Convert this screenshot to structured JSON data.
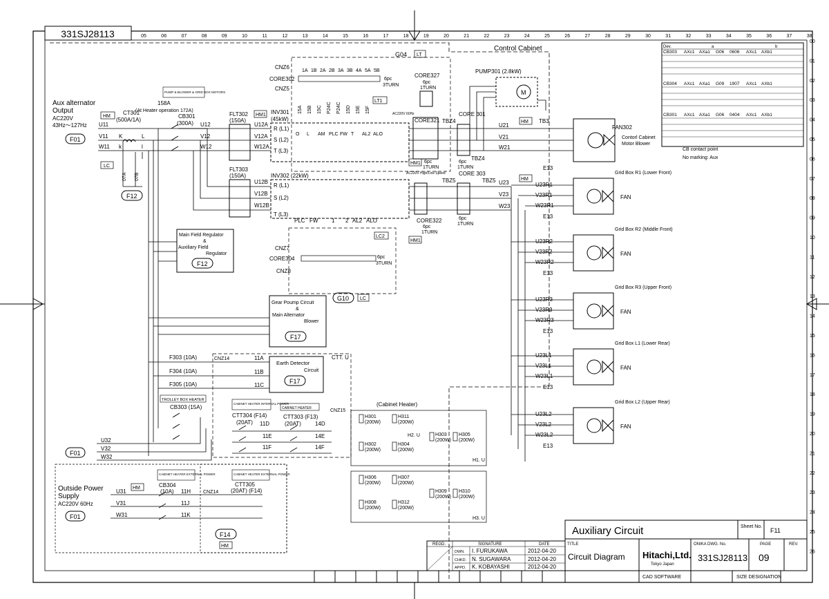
{
  "drawing_no": "331SJ28113",
  "col_numbers": [
    "05",
    "06",
    "07",
    "08",
    "09",
    "10",
    "11",
    "12",
    "13",
    "14",
    "15",
    "16",
    "17",
    "18",
    "19",
    "20",
    "21",
    "22",
    "23",
    "24",
    "25",
    "26",
    "27",
    "28",
    "29",
    "30",
    "31",
    "32",
    "33",
    "34",
    "35",
    "36",
    "37",
    "38"
  ],
  "row_numbers": [
    "00",
    "01",
    "02",
    "03",
    "04",
    "05",
    "06",
    "07",
    "08",
    "09",
    "10",
    "11",
    "12",
    "13",
    "14",
    "15",
    "16",
    "17",
    "18",
    "19",
    "20",
    "21",
    "22",
    "23",
    "24",
    "25",
    "26"
  ],
  "control_cabinet": "Control Cabinet",
  "g04": "G04",
  "lt": "LT",
  "lt1": "LT1",
  "lc": "LC",
  "lc2": "LC2",
  "g10": "G10",
  "hm1": "HM1",
  "hm": "HM",
  "aux_alt": {
    "l1": "Aux alternator",
    "l2": "Output",
    "l3": "AC220V",
    "l4": "43Hz～127Hz"
  },
  "ct301": {
    "name": "CT301",
    "rating": "(500A/1A)"
  },
  "f01": "F01",
  "f12": "F12",
  "f17": "F17",
  "f14": "F14",
  "u11": "U11",
  "v11": "V11",
  "w11": "W11",
  "k": "K",
  "k2": "k",
  "l": "L",
  "l2": "l",
  "o7a": "07A",
  "o7b": "07B",
  "pump_blower": "PUMP & BLOWER & GRID BOX MOTORS",
  "cb301": {
    "l1": "158A",
    "l2": "(At Heater operation 172A)",
    "name": "CB301",
    "rating": "(300A)"
  },
  "u12": "U12",
  "v12": "V12",
  "w12": "W12",
  "flt302": {
    "name": "FLT302",
    "rating": "(150A)"
  },
  "flt303": {
    "name": "FLT303",
    "rating": "(150A)"
  },
  "inv301": {
    "name": "INV301",
    "rating": "(45kW)"
  },
  "inv302": "INV302 (22kW)",
  "u12a": "U12A",
  "v12a": "V12A",
  "w12a": "W12A",
  "u12b": "U12B",
  "v12b": "V12B",
  "w12b": "W12B",
  "r_l1": "R (L1)",
  "s_l2": "S (L2)",
  "t_l3": "T (L3)",
  "cnz6": "CNZ6",
  "core302": "CORE302",
  "cnz5": "CNZ5",
  "cnz_top_labels": [
    "1A",
    "1B",
    "2A",
    "2B",
    "3A",
    "3B",
    "4A",
    "5A",
    "5B"
  ],
  "six_pc": "6pc",
  "three_turn": "3TURN",
  "one_turn": "1TURN",
  "core327": "CORE327",
  "core321": "CORE321",
  "core322": "CORE322",
  "core301": "CORE 301",
  "core303": "CORE 303",
  "core304": "CORE304",
  "term_labels_top": [
    "15A",
    "15B",
    "15C",
    "P24C",
    "P24C",
    "15D",
    "15E",
    "15F"
  ],
  "term_labels_bot": [
    "O",
    "L",
    "AM",
    "PLC",
    "FW",
    "T",
    "AL2",
    "ALO"
  ],
  "ac220_60": "AC220V 60Hz",
  "ac220_hl": "AC220V High/Low Speed",
  "pump301": "PUMP301 (2.8kW)",
  "tbz4": "TBZ4",
  "tbz5": "TBZ5",
  "tb3": "TB3",
  "u21": "U21",
  "v21": "V21",
  "w21": "W21",
  "u23": "U23",
  "v23": "V23",
  "w23": "W23",
  "e13": "E13",
  "fan302": {
    "name": "FAN302",
    "desc1": "Contorl Cabinet",
    "desc2": "Motor Blower"
  },
  "fan": "FAN",
  "grid_boxes": [
    "Grid Box R1 (Lower Front)",
    "Grid Box R2 (Middle Front)",
    "Grid Box R3 (Upper Front)",
    "Grid Box L1 (Lower Rear)",
    "Grid Box L2 (Upper Rear)"
  ],
  "grid_terms": [
    [
      "U23R1",
      "V23R1",
      "W23R1"
    ],
    [
      "U23R2",
      "V23R2",
      "W23R2"
    ],
    [
      "U23R3",
      "V23R3",
      "W23R3"
    ],
    [
      "U23L1",
      "V23L1",
      "W23L1"
    ],
    [
      "U23L2",
      "V23L2",
      "W23L2"
    ]
  ],
  "plc_row": [
    "PLC",
    "FW",
    "1",
    "2",
    "AL2",
    "ALO"
  ],
  "cnz7": "CNZ7",
  "cnz8": "CNZ8",
  "mfr": {
    "l1": "Main Field Regulator",
    "l2": "&",
    "l3": "Auxiliary Field",
    "l4": "Regulator"
  },
  "gear_pump": {
    "l1": "Gear Poump Circuit",
    "l2": "&",
    "l3": "Main Alternator",
    "l4": "Blower"
  },
  "earth_det": {
    "l1": "Earth Detector",
    "l2": "Circuit"
  },
  "f303": "F303 (10A)",
  "f304": "F304 (10A)",
  "f305": "F305 (10A)",
  "cnz14": "CNZ14",
  "ctt_u": "CTT. U",
  "t11a": "11A",
  "t11b": "11B",
  "t11c": "11C",
  "trolley": "TROLLEY BOX HEATER",
  "cb303": "CB303 (15A)",
  "cab_heater_int": "CABINET HEATER INTERNAL POWER",
  "cab_heater": "CABINET HEATER",
  "ctt304": {
    "name": "CTT304 (F14)",
    "rating": "(20AT)"
  },
  "ctt303": {
    "name": "CTT303 (F13)",
    "rating": "(20AT)"
  },
  "t11e": "11E",
  "t11f": "11F",
  "t11d": "11D",
  "t14d": "14D",
  "t14e": "14E",
  "t14f": "14F",
  "u32": "U32",
  "v32": "V32",
  "w32": "W32",
  "cabinet_heater_title": "(Cabinet Heater)",
  "cnz15": "CNZ15",
  "heaters": [
    {
      "n": "H301",
      "w": "(200W)"
    },
    {
      "n": "H311",
      "w": "(200W)"
    },
    {
      "n": "H302",
      "w": "(200W)"
    },
    {
      "n": "H304",
      "w": "(200W)"
    },
    {
      "n": "H303",
      "w": "(200W)"
    },
    {
      "n": "H305",
      "w": "(200W)"
    },
    {
      "n": "H306",
      "w": "(200W)"
    },
    {
      "n": "H307",
      "w": "(200W)"
    },
    {
      "n": "H308",
      "w": "(200W)"
    },
    {
      "n": "H312",
      "w": "(200W)"
    },
    {
      "n": "H309",
      "w": "(200W)"
    },
    {
      "n": "H310",
      "w": "(200W)"
    }
  ],
  "h2u": "H2. U",
  "h1u": "H1. U",
  "h3u": "H3. U",
  "cab_heater_ext": "CABINET HEATER EXTERNAL POWER",
  "outside": {
    "l1": "Outside Power",
    "l2": "Supply",
    "l3": "AC220V 60Hz"
  },
  "cb304": {
    "name": "CB304",
    "rating": "(10A)"
  },
  "ctt305": {
    "name": "CTT305",
    "rating": "(20AT) (F14)"
  },
  "u31": "U31",
  "v31": "V31",
  "w31": "W31",
  "t11h": "11H",
  "t11j": "11J",
  "t11k": "11K",
  "cb_table": {
    "hdr": [
      "Dev.",
      "a",
      "b"
    ],
    "rows": [
      [
        "CB303",
        "AXc1",
        "AXa1",
        "G06",
        "0606",
        "AXc1",
        "AXb1"
      ],
      [
        "CB304",
        "AXc1",
        "AXa1",
        "G09",
        "1907",
        "AXc1",
        "AXb1"
      ],
      [
        "CB301",
        "AXc1",
        "AXa1",
        "G06",
        "0404",
        "AXc1",
        "AXb1"
      ]
    ],
    "note1": "CB contact point",
    "note2": "No marking: Aux"
  },
  "title_block": {
    "title": "Auxiliary Circuit",
    "sheet_lbl": "Sheet No.",
    "sheet": "F11",
    "title_lbl": "TITLE",
    "subtitle": "Circuit Diagram",
    "company": "Hitachi,Ltd.",
    "location": "Tokyo Japan",
    "dwg_lbl": "ONIKA DWG. No.",
    "dwg_no": "331SJ28113",
    "page_lbl": "PAGE",
    "page": "09",
    "rev_lbl": "REV.",
    "regd": "REGD.",
    "signature": "SIGNATURE",
    "date": "DATE",
    "dwn": "DWN.",
    "chkd": "CHKD.",
    "appd": "APPD.",
    "dwn_name": "I. FURUKAWA",
    "chkd_name": "N. SUGAWARA",
    "appd_name": "K. KOBAYASHI",
    "d1": "2012-04-20",
    "d2": "2012-04-20",
    "d3": "2012-04-20",
    "cad": "CAD SOFTWARE",
    "size": "SIZE DESIGNATION"
  }
}
